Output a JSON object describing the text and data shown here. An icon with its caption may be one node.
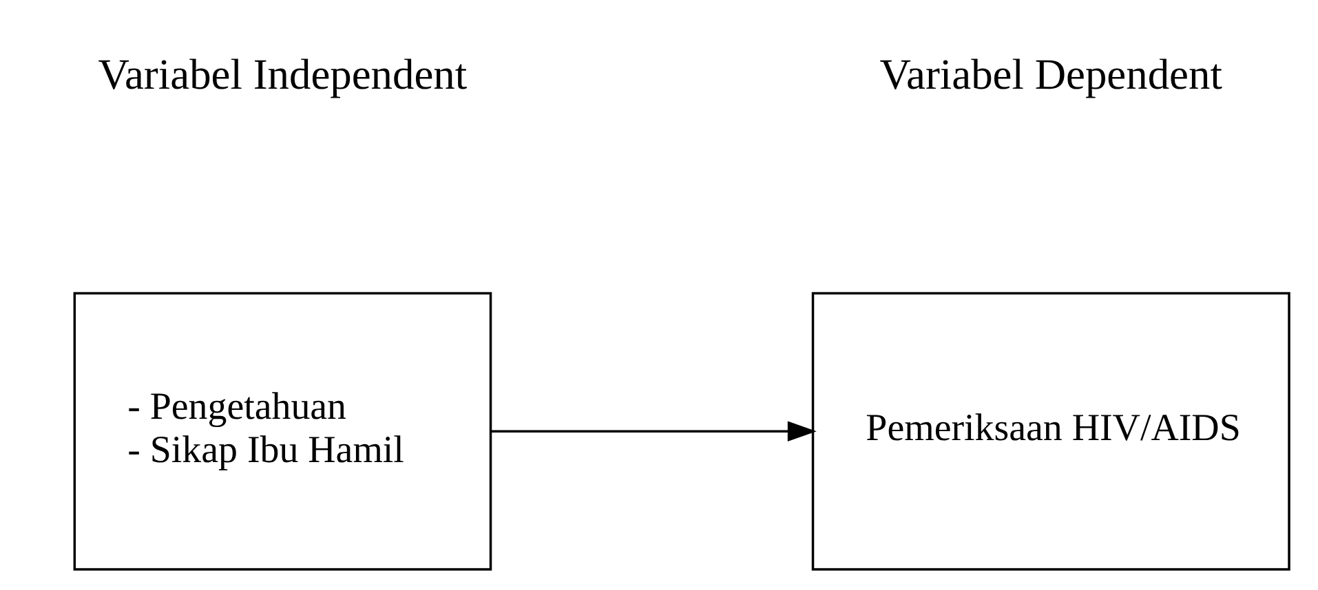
{
  "diagram": {
    "nodes": [
      {
        "text": [
          "- Pengetahuan",
          "- Sikap Ibu Hamil"
        ]
      },
      {
        "text": [
          "Pemeriksaan HIV/AIDS"
        ]
      }
    ],
    "edges": [
      {
        "from": 0,
        "to": 1,
        "arrow": "to"
      }
    ],
    "labels": [
      "Variabel Independent",
      "Variabel Dependent"
    ]
  }
}
